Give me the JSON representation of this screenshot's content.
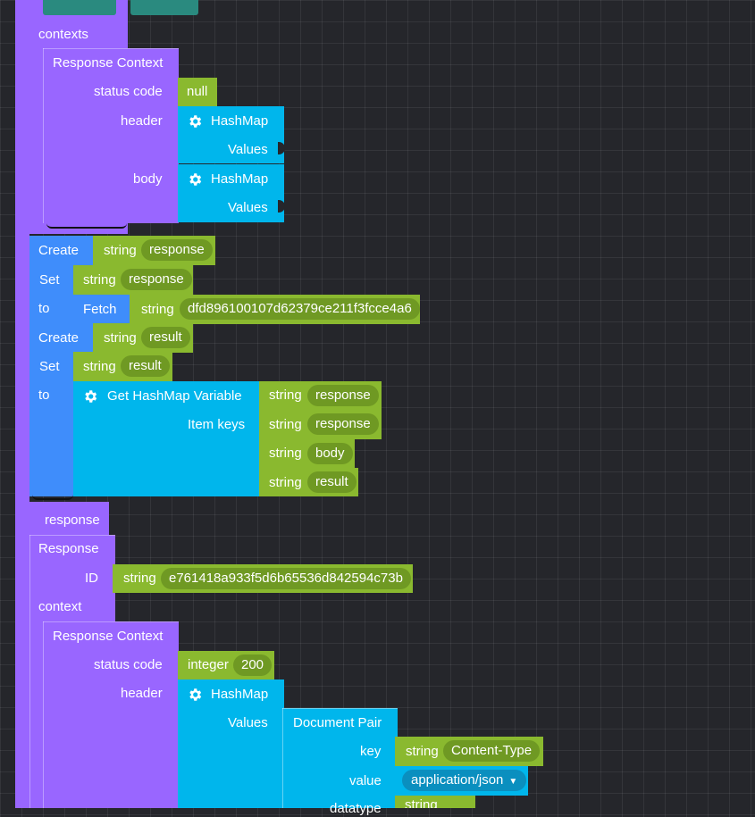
{
  "top": {
    "contexts_label": "contexts"
  },
  "ctx1": {
    "title": "Response Context",
    "status_label": "status code",
    "status_value": "null",
    "header_label": "header",
    "header_block": "HashMap",
    "header_values": "Values",
    "body_label": "body",
    "body_block": "HashMap",
    "body_values": "Values"
  },
  "stmts": {
    "create1": {
      "label": "Create",
      "type": "string",
      "value": "response"
    },
    "set1": {
      "label": "Set",
      "type": "string",
      "value": "response"
    },
    "to1": {
      "label": "to",
      "fetch": "Fetch",
      "type": "string",
      "value": "dfd896100107d62379ce211f3fcce4a6"
    },
    "create2": {
      "label": "Create",
      "type": "string",
      "value": "result"
    },
    "set2": {
      "label": "Set",
      "type": "string",
      "value": "result"
    },
    "to2": {
      "label": "to",
      "block": "Get HashMap Variable",
      "item_keys": "Item keys",
      "args": [
        {
          "type": "string",
          "value": "response"
        },
        {
          "type": "string",
          "value": "response"
        },
        {
          "type": "string",
          "value": "body"
        },
        {
          "type": "string",
          "value": "result"
        }
      ]
    }
  },
  "resp": {
    "label": "response",
    "block": "Response",
    "id_label": "ID",
    "id_type": "string",
    "id_value": "e761418a933f5d6b65536d842594c73b",
    "context_label": "context"
  },
  "ctx2": {
    "title": "Response Context",
    "status_label": "status code",
    "status_type": "integer",
    "status_value": "200",
    "header_label": "header",
    "header_block": "HashMap",
    "header_values": "Values",
    "pair_block": "Document Pair",
    "key_label": "key",
    "key_type": "string",
    "key_value": "Content-Type",
    "value_label": "value",
    "value_value": "application/json",
    "datatype_label": "datatype",
    "datatype_type": "string"
  }
}
